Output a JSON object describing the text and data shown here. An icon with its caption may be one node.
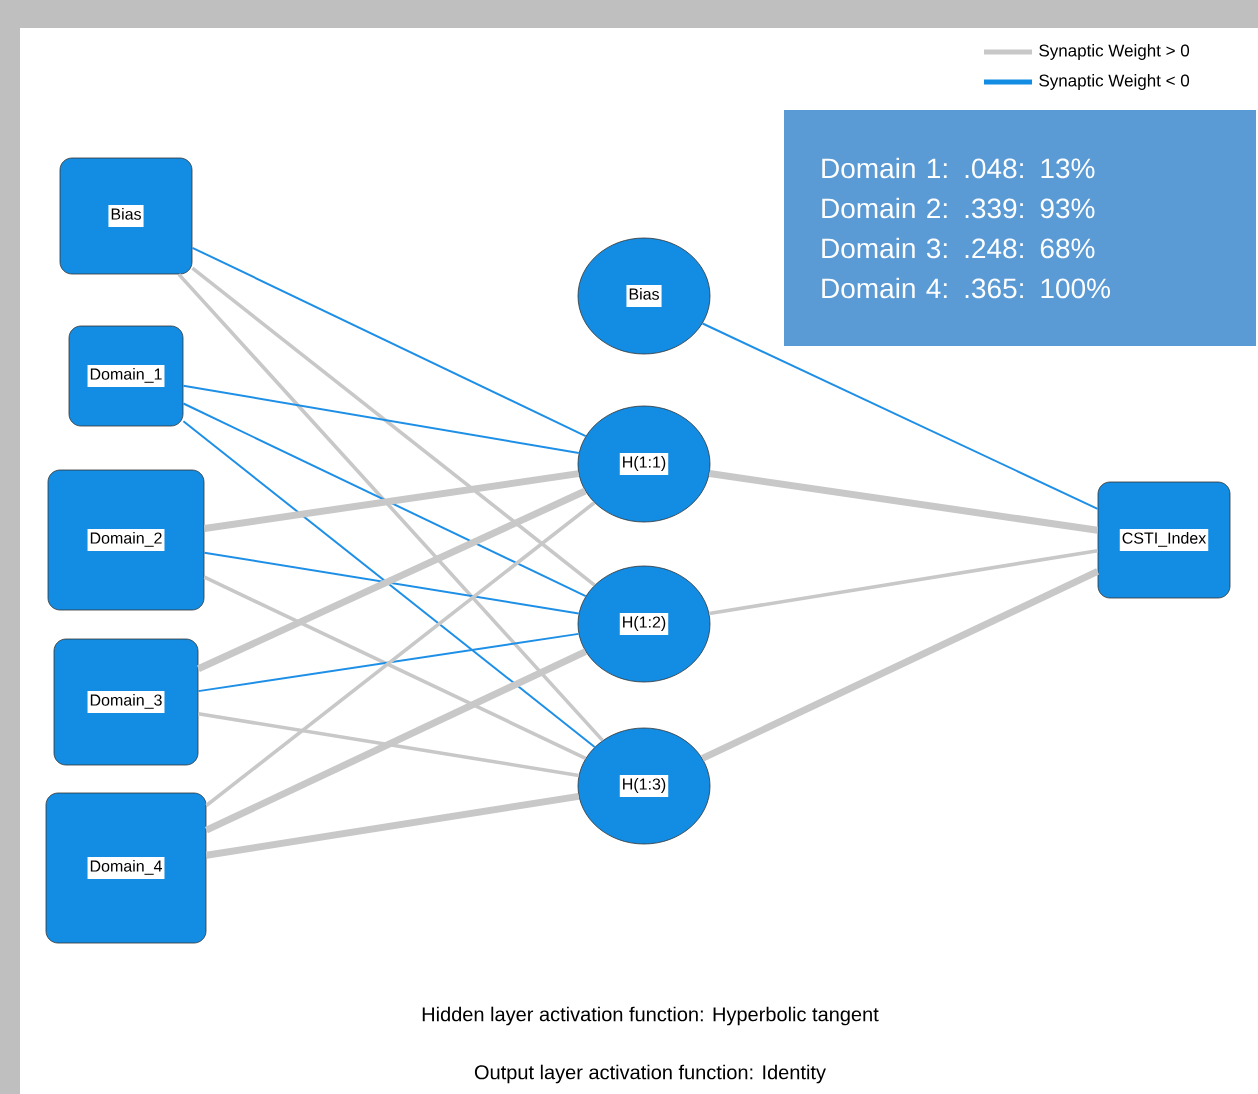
{
  "diagram": {
    "nodes": [
      {
        "text": [
          "Bias"
        ]
      },
      {
        "text": [
          "Domain_1"
        ]
      },
      {
        "text": [
          "Domain_2"
        ]
      },
      {
        "text": [
          "Domain_3"
        ]
      },
      {
        "text": [
          "Domain_4"
        ]
      },
      {
        "text": [
          "Bias"
        ]
      },
      {
        "text": [
          "H(1:1)"
        ]
      },
      {
        "text": [
          "H(1:2)"
        ]
      },
      {
        "text": [
          "H(1:3)"
        ]
      },
      {
        "text": [
          "CSTI_Index"
        ]
      },
      {
        "text": [
          "Domain 1: .048: 13%",
          "Domain 2: .339: 93%",
          "Domain 3: .248: 68%",
          "Domain 4: .365: 100%"
        ]
      }
    ],
    "edges": [
      {
        "from": 0,
        "to": 6,
        "arrow": "none",
        "color": "#1e8fe6"
      },
      {
        "from": 0,
        "to": 7,
        "arrow": "none"
      },
      {
        "from": 0,
        "to": 8,
        "arrow": "none"
      },
      {
        "from": 1,
        "to": 6,
        "arrow": "none",
        "color": "#1e8fe6"
      },
      {
        "from": 1,
        "to": 7,
        "arrow": "none",
        "color": "#1e8fe6"
      },
      {
        "from": 1,
        "to": 8,
        "arrow": "none",
        "color": "#1e8fe6"
      },
      {
        "from": 2,
        "to": 6,
        "arrow": "none",
        "style": "thick"
      },
      {
        "from": 2,
        "to": 7,
        "arrow": "none",
        "color": "#1e8fe6"
      },
      {
        "from": 2,
        "to": 8,
        "arrow": "none"
      },
      {
        "from": 3,
        "to": 6,
        "arrow": "none",
        "style": "thick"
      },
      {
        "from": 3,
        "to": 7,
        "arrow": "none",
        "color": "#1e8fe6"
      },
      {
        "from": 3,
        "to": 8,
        "arrow": "none"
      },
      {
        "from": 4,
        "to": 6,
        "arrow": "none"
      },
      {
        "from": 4,
        "to": 7,
        "arrow": "none",
        "style": "thick"
      },
      {
        "from": 4,
        "to": 8,
        "arrow": "none",
        "style": "thick"
      },
      {
        "from": 5,
        "to": 9,
        "arrow": "none",
        "color": "#1e8fe6"
      },
      {
        "from": 6,
        "to": 9,
        "arrow": "none",
        "style": "thick"
      },
      {
        "from": 7,
        "to": 9,
        "arrow": "none"
      },
      {
        "from": 8,
        "to": 9,
        "arrow": "none",
        "style": "thick"
      }
    ],
    "labels": [
      "Hidden layer activation function: Hyperbolic tangent",
      "Output layer activation function: Identity"
    ],
    "legend": [
      {
        "text": "Synaptic Weight > 0"
      },
      {
        "text": "Synaptic Weight < 0"
      }
    ]
  }
}
